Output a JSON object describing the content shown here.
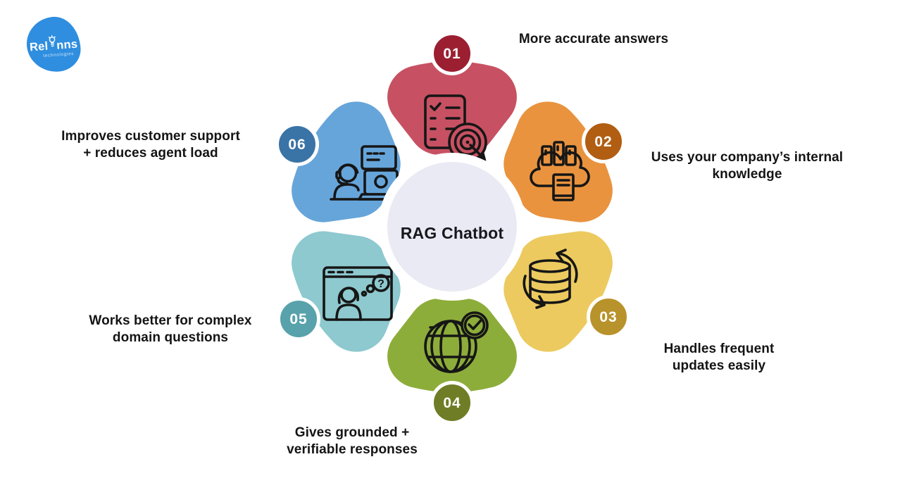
{
  "logo": {
    "brand": "Relinns",
    "brand_prefix": "Rel",
    "brand_suffix": "nns",
    "tagline": "technologies",
    "color": "#2f8edf"
  },
  "center": {
    "title": "RAG Chatbot",
    "fill": "#e9eaf3"
  },
  "petals": [
    {
      "number": "01",
      "label": "More accurate answers",
      "lines": [
        "More accurate answers"
      ],
      "color": "#c75162",
      "badge_color": "#9b1f31",
      "icon": "checklist-target"
    },
    {
      "number": "02",
      "label": "Uses your company’s internal knowledge",
      "lines": [
        "Uses your company’s internal",
        "knowledge"
      ],
      "color": "#e9933f",
      "badge_color": "#b15d12",
      "icon": "cloud-books"
    },
    {
      "number": "03",
      "label": "Handles frequent updates easily",
      "lines": [
        "Handles frequent",
        "updates easily"
      ],
      "color": "#ecca5f",
      "badge_color": "#b8922a",
      "icon": "database-sync"
    },
    {
      "number": "04",
      "label": "Gives grounded + verifiable responses",
      "lines": [
        "Gives grounded +",
        "verifiable responses"
      ],
      "color": "#8dad3a",
      "badge_color": "#6f7d26",
      "icon": "globe-check"
    },
    {
      "number": "05",
      "label": "Works better for complex domain questions",
      "lines": [
        "Works better for complex",
        "domain questions"
      ],
      "color": "#8dc9cf",
      "badge_color": "#58a2ac",
      "icon": "browser-question"
    },
    {
      "number": "06",
      "label": "Improves customer support + reduces agent load",
      "lines": [
        "Improves customer support",
        "+ reduces agent load"
      ],
      "color": "#66a5da",
      "badge_color": "#3a73a6",
      "icon": "support-agent"
    }
  ],
  "icon_glyphs": {
    "question": "?"
  }
}
